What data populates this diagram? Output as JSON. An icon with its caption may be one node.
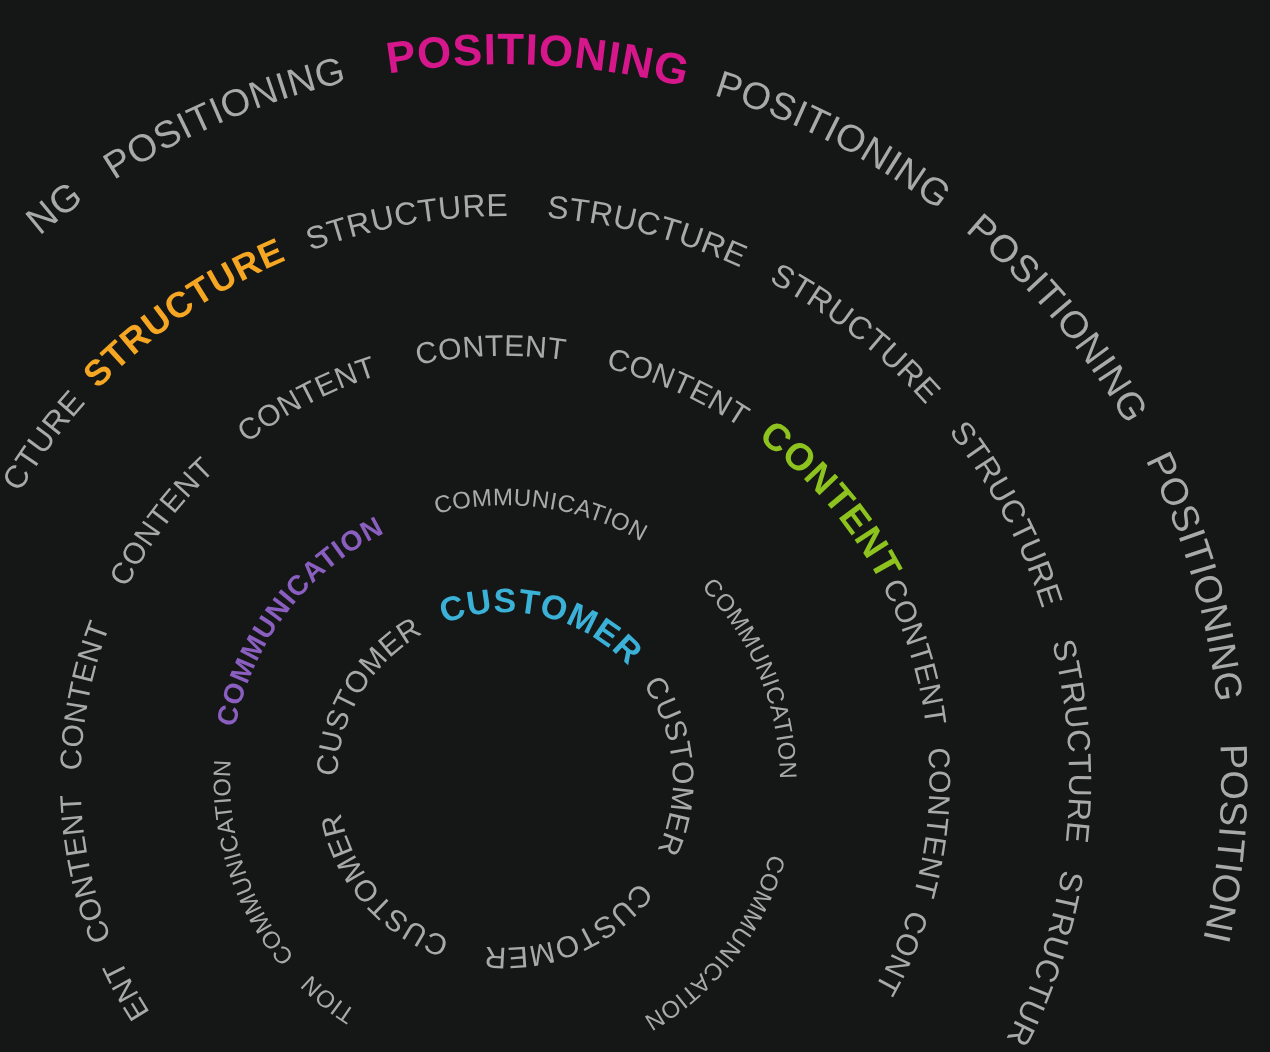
{
  "diagram": {
    "labels": [
      "NG",
      "POSITIONING",
      "POSITIONING",
      "POSITIONING",
      "POSITIONING",
      "POSITIONING",
      "POSITIONI",
      "CTURE",
      "STRUCTURE",
      "STRUCTURE",
      "STRUCTURE",
      "STRUCTURE",
      "STRUCTURE",
      "STRUCTURE",
      "STRUCTUR",
      "ENT",
      "CONTENT",
      "CONTENT",
      "CONTENT",
      "CONTENT",
      "CONTENT",
      "CONTENT",
      "CONTENT",
      "CONTENT",
      "CONTENT",
      "CONT",
      "TION",
      "COMMUNICATION",
      "COMMUNICATION",
      "COMMUNICATION",
      "COMMUNICATION",
      "COMMUNICATION",
      "CUSTOMER",
      "CUSTOMER",
      "CUSTOMER",
      "CUSTOMER",
      "CUSTOMER"
    ]
  }
}
